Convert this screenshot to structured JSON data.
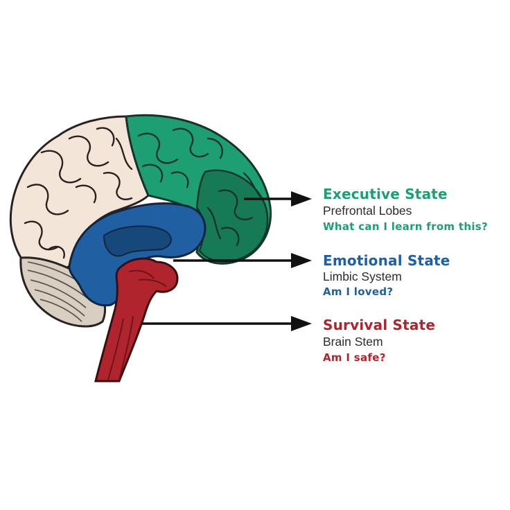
{
  "colors": {
    "executive": "#1e9f73",
    "emotional": "#1f5fa2",
    "survival": "#b0252d",
    "cortex": "#f3e6d8",
    "arrow": "#111111"
  },
  "states": [
    {
      "title": "Executive State",
      "subtitle": "Prefrontal Lobes",
      "question": "What can I learn from this?"
    },
    {
      "title": "Emotional State",
      "subtitle": "Limbic System",
      "question": "Am I loved?"
    },
    {
      "title": "Survival State",
      "subtitle": "Brain Stem",
      "question": "Am I safe?"
    }
  ]
}
